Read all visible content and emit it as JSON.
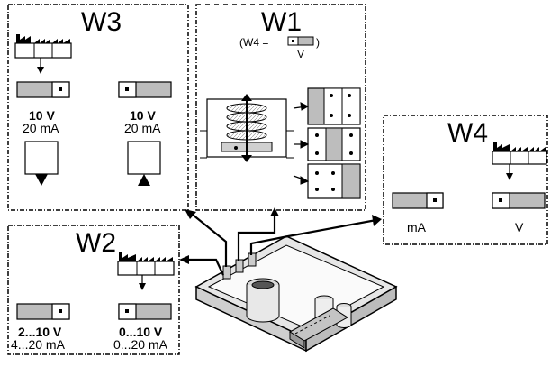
{
  "panels": {
    "w3": {
      "title": "W3",
      "left": {
        "voltage": "10 V",
        "current": "20 mA"
      },
      "right": {
        "voltage": "10 V",
        "current": "20 mA"
      }
    },
    "w1": {
      "title": "W1",
      "note_prefix": "(W4 =",
      "note_suffix": ")",
      "note_unit": "V"
    },
    "w4": {
      "title": "W4",
      "left_label": "mA",
      "right_label": "V"
    },
    "w2": {
      "title": "W2",
      "left": {
        "range_voltage": "2...10 V",
        "range_current": "4...20 mA"
      },
      "right": {
        "range_voltage": "0...10 V",
        "range_current": "0...20 mA"
      }
    }
  },
  "colors": {
    "switch_gray": "#bdbdbd",
    "panel_border": "#000000"
  }
}
